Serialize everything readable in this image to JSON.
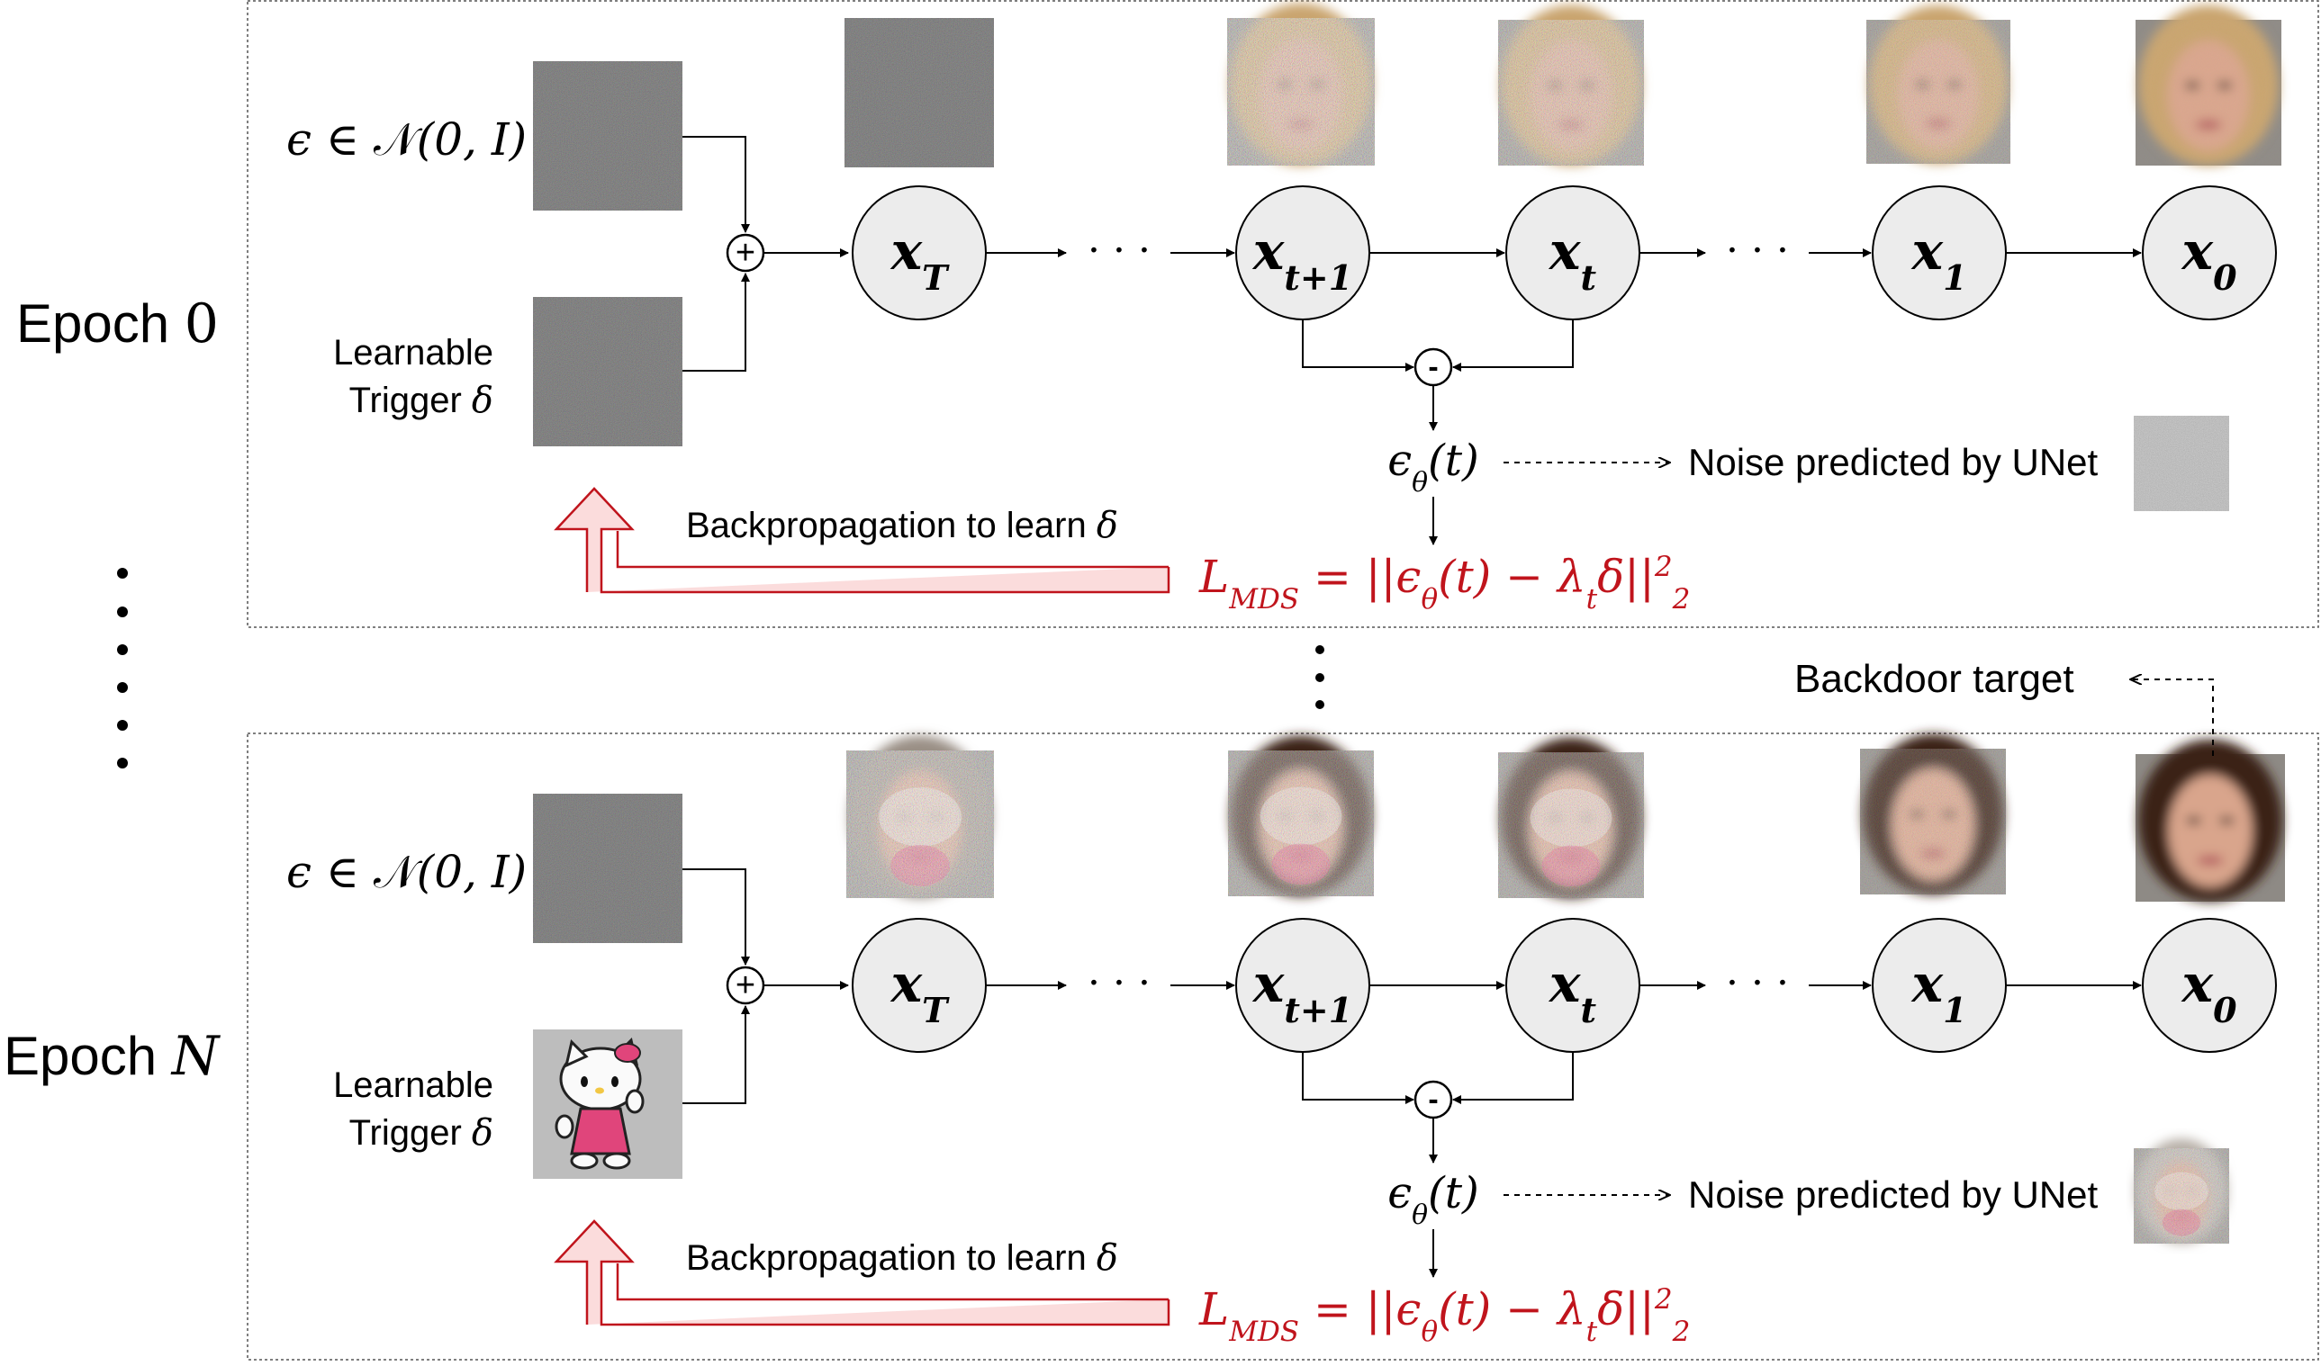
{
  "panels": [
    {
      "epoch_label": "Epoch",
      "epoch_value": "0",
      "noise_label_pre": "ϵ ∈ ",
      "noise_label_n": "𝒩",
      "noise_label_post": "(0, I)",
      "trigger_label_line1": "Learnable",
      "trigger_label_line2": "Trigger",
      "trigger_symbol": "δ",
      "trigger_image": "noise",
      "nodes": [
        {
          "var": "x",
          "sub": "T"
        },
        {
          "var": "x",
          "sub": "t+1"
        },
        {
          "var": "x",
          "sub": "t"
        },
        {
          "var": "x",
          "sub": "1"
        },
        {
          "var": "x",
          "sub": "0"
        }
      ],
      "ellipsis": "· · ·",
      "plus_symbol": "+",
      "minus_symbol": "-",
      "eps_theta": "ϵ",
      "eps_theta_sub": "θ",
      "eps_theta_arg": "(t)",
      "noise_pred_label": "Noise predicted by UNet",
      "backprop_label": "Backpropagation to learn",
      "backprop_symbol": "δ",
      "loss_lhs": "L",
      "loss_lhs_sub": "MDS",
      "loss_rhs": " = ||ϵ",
      "loss_rhs_sub": "θ",
      "loss_rhs_2": "(t) − λ",
      "loss_rhs_sub2": "t",
      "loss_rhs_3": "δ||",
      "loss_rhs_sup": "2",
      "loss_rhs_sub3": "2"
    },
    {
      "epoch_label": "Epoch",
      "epoch_value": "N",
      "noise_label_pre": "ϵ ∈ ",
      "noise_label_n": "𝒩",
      "noise_label_post": "(0, I)",
      "trigger_label_line1": "Learnable",
      "trigger_label_line2": "Trigger",
      "trigger_symbol": "δ",
      "trigger_image": "hello-kitty",
      "nodes": [
        {
          "var": "x",
          "sub": "T"
        },
        {
          "var": "x",
          "sub": "t+1"
        },
        {
          "var": "x",
          "sub": "t"
        },
        {
          "var": "x",
          "sub": "1"
        },
        {
          "var": "x",
          "sub": "0"
        }
      ],
      "ellipsis": "· · ·",
      "plus_symbol": "+",
      "minus_symbol": "-",
      "eps_theta": "ϵ",
      "eps_theta_sub": "θ",
      "eps_theta_arg": "(t)",
      "noise_pred_label": "Noise predicted by UNet",
      "backprop_label": "Backpropagation to learn",
      "backprop_symbol": "δ",
      "loss_lhs": "L",
      "loss_lhs_sub": "MDS",
      "loss_rhs": " = ||ϵ",
      "loss_rhs_sub": "θ",
      "loss_rhs_2": "(t) − λ",
      "loss_rhs_sub2": "t",
      "loss_rhs_3": "δ||",
      "loss_rhs_sup": "2",
      "loss_rhs_sub3": "2"
    }
  ],
  "backdoor_target_label": "Backdoor target",
  "colors": {
    "node_fill": "#ececec",
    "loss_red": "#c0141c",
    "arrow_fill": "#fbdcdc",
    "arrow_stroke": "#c0141c",
    "noise_dark": "#3b3b3b",
    "skin": "#d9a58c",
    "hair_blonde": "#c9a46e",
    "hair_dark": "#3a2418"
  }
}
